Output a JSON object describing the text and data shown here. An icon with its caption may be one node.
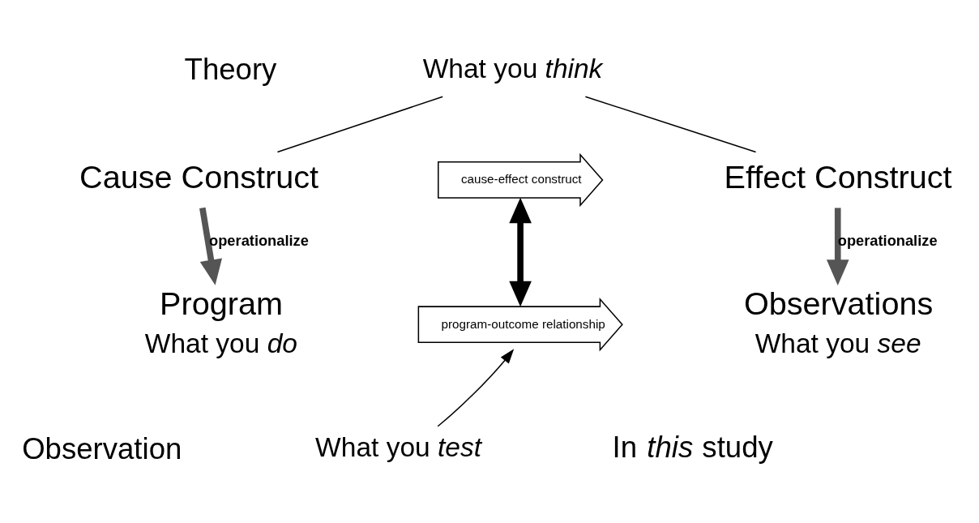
{
  "diagram": {
    "nodes": [
      {
        "text": [
          "What you *think*"
        ]
      },
      {
        "text": [
          "Cause Construct"
        ]
      },
      {
        "text": [
          "cause-effect construct"
        ]
      },
      {
        "text": [
          "Effect Construct"
        ]
      },
      {
        "text": [
          "Program"
        ],
        "beside": [
          "What you *do*"
        ]
      },
      {
        "text": [
          "program-outcome relationship"
        ]
      },
      {
        "text": [
          "Observations"
        ],
        "beside": [
          "What you *see*"
        ]
      },
      {
        "text": [
          "What you *test*"
        ]
      }
    ],
    "edges": [
      {
        "from": 0,
        "to": 1,
        "arrow": "none"
      },
      {
        "from": 0,
        "to": 3,
        "arrow": "none"
      },
      {
        "from": 1,
        "to": 4,
        "arrow": "to",
        "label": "operationalize",
        "style": "thick",
        "color": "#555555"
      },
      {
        "from": 3,
        "to": 6,
        "arrow": "to",
        "label": "operationalize",
        "style": "thick",
        "color": "#555555"
      },
      {
        "from": 2,
        "to": 5,
        "arrow": "both",
        "style": "thick"
      },
      {
        "from": 7,
        "to": 5,
        "arrow": "to"
      }
    ],
    "labels": [
      "Theory",
      "Observation",
      "In *this* study"
    ]
  }
}
